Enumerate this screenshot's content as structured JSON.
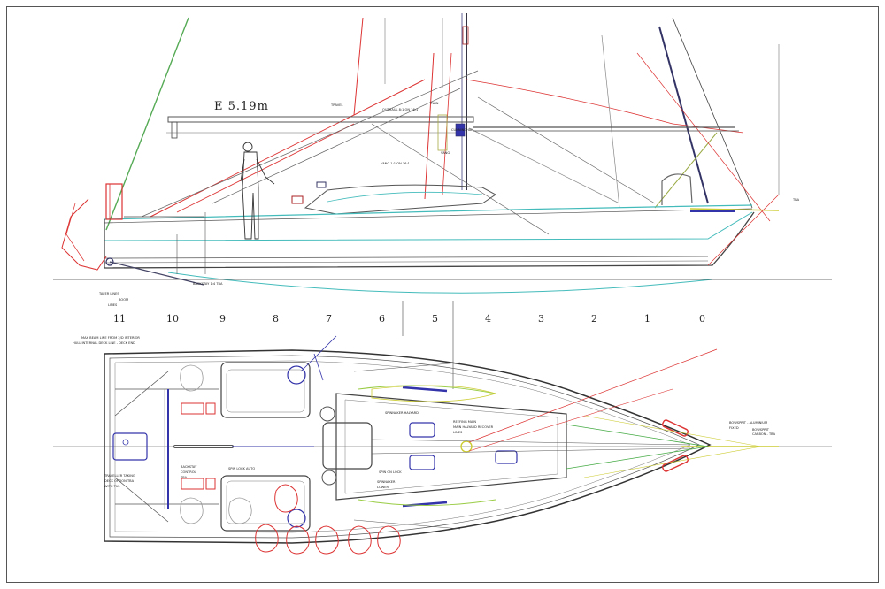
{
  "drawing": {
    "dimension_label": "E 5.19m",
    "stations": [
      "11",
      "10",
      "9",
      "8",
      "7",
      "6",
      "5",
      "4",
      "3",
      "2",
      "1",
      "0"
    ],
    "profile_labels": {
      "traveller": "TRAVEL",
      "outhaul": "OUTHAUL 8:1 ON 16:1",
      "vang": "VANG 1:1 ON 16:1",
      "backstay": "BACKSTAY 1:4 TBA",
      "tba_bow": "TBA",
      "side_marks_1": "TAFER LINES",
      "side_marks_2": "BOOM",
      "side_marks_3": "LINES",
      "misc_1": "CUNNINGHAM",
      "misc_2": "TWIN",
      "misc_3": "VANG"
    },
    "plan_labels": {
      "beam_1": "MAX BEAM LINE FROM 2/D INTERIOR",
      "beam_2": "HULL INTERNAL DECK LINE - DECK END",
      "spinnaker_1": "SPINNAKER HALYARD",
      "spinnaker_2": "SPIN ON LOCK",
      "jib_1": "REEFING MAIN",
      "jib_2": "MAIN HALYARD RECOVER",
      "jib_3": "LINES",
      "backstay_ctrl_1": "BACKSTAY",
      "backstay_ctrl_2": "CONTROL",
      "backstay_ctrl_3": "TBA",
      "traveller_1": "TRAVELLER TAKING",
      "traveller_2": "DECK OPTION TBA",
      "traveller_3": "WITH TUL",
      "lock": "SPIN LOCK AUTO",
      "pole_1": "BOWSPRIT - ALUMINIUM",
      "pole_2": "FIXED",
      "pole_3": "BOWSPRIT",
      "pole_4": "CARBON - TBA",
      "halyard_1": "SPINNAKER",
      "halyard_2": "LOWER"
    }
  }
}
